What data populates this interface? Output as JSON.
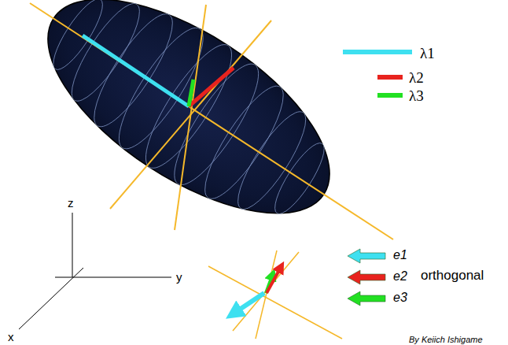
{
  "diagram": {
    "labels": [
      "z",
      "y",
      "x",
      "orthogonal",
      "By Keiich Ishigame"
    ],
    "legend": [
      {
        "text": "λ1",
        "color": "#3ee0f0"
      },
      {
        "text": "λ2",
        "color": "#e8231e"
      },
      {
        "text": "λ3",
        "color": "#22e022"
      },
      {
        "text": "e1"
      },
      {
        "text": "e2"
      },
      {
        "text": "e3"
      }
    ]
  }
}
